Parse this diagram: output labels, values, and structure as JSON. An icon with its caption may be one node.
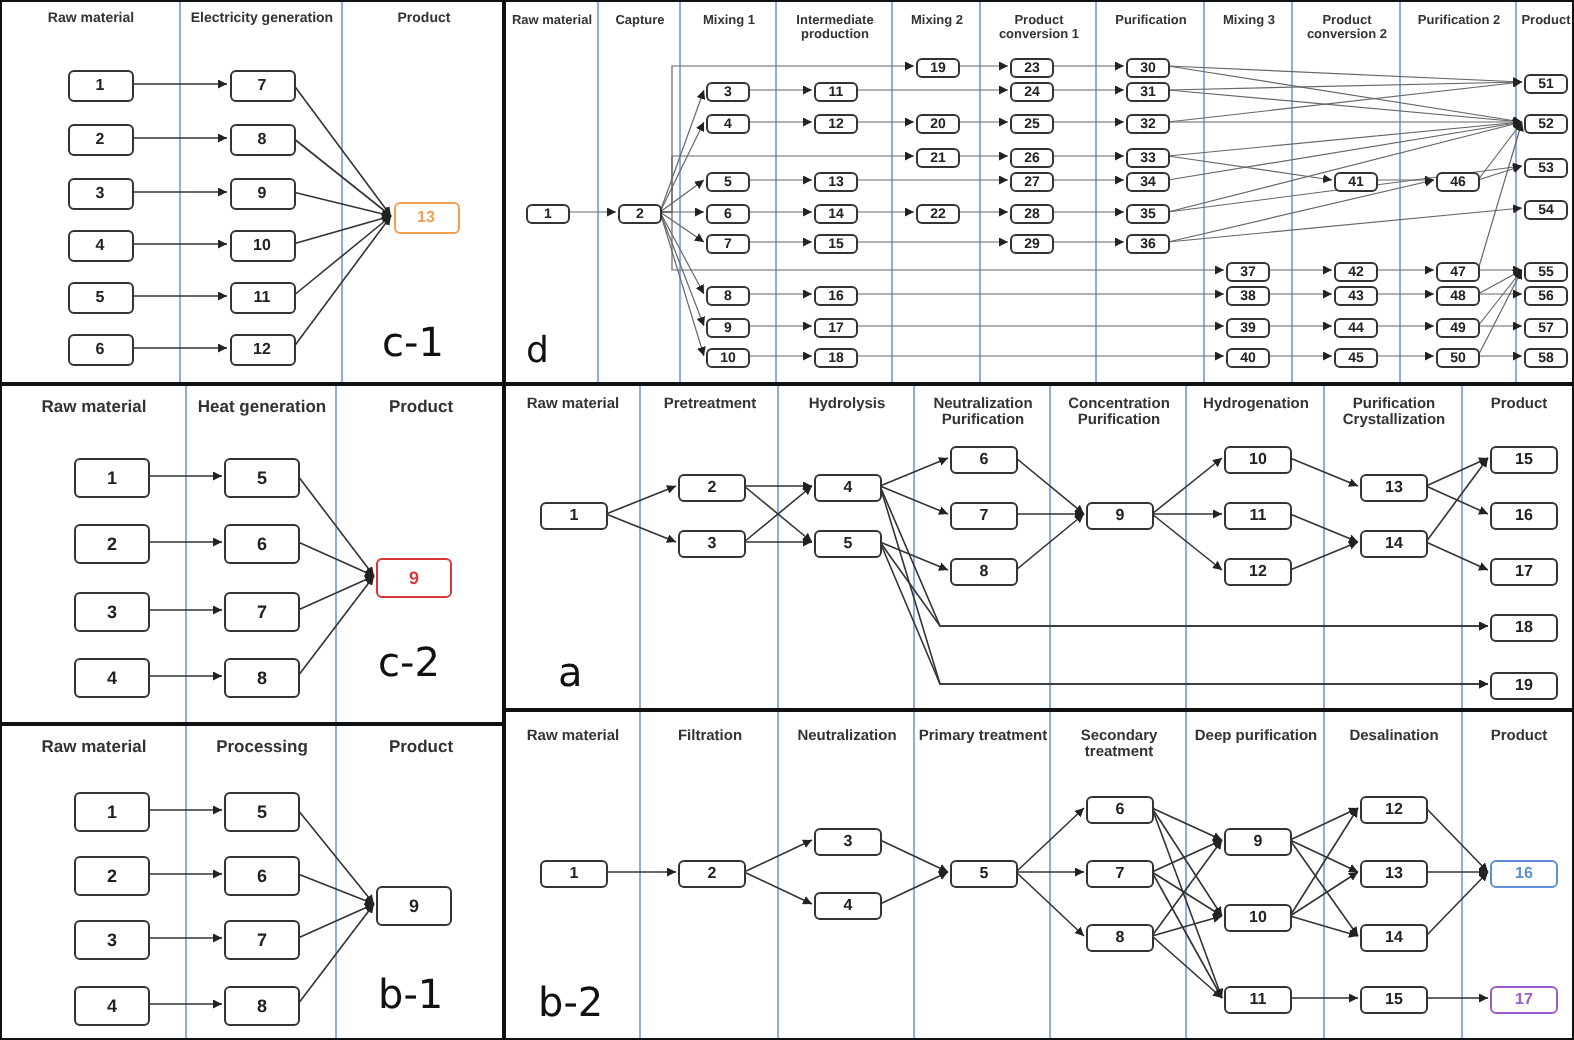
{
  "diagram": {
    "nodes": [
      {
        "text": [
          "Raw material",
          "Electricity generation",
          "Product",
          "c-1"
        ]
      },
      {
        "text": [
          "1"
        ],
        "in": 0
      },
      {
        "text": [
          "2"
        ],
        "in": 0
      },
      {
        "text": [
          "3"
        ],
        "in": 0
      },
      {
        "text": [
          "4"
        ],
        "in": 0
      },
      {
        "text": [
          "5"
        ],
        "in": 0
      },
      {
        "text": [
          "6"
        ],
        "in": 0
      },
      {
        "text": [
          "7"
        ],
        "in": 0
      },
      {
        "text": [
          "8"
        ],
        "in": 0
      },
      {
        "text": [
          "9"
        ],
        "in": 0
      },
      {
        "text": [
          "10"
        ],
        "in": 0
      },
      {
        "text": [
          "11"
        ],
        "in": 0
      },
      {
        "text": [
          "12"
        ],
        "in": 0
      },
      {
        "text": [
          "13"
        ],
        "in": 0
      },
      {
        "text": [
          "Raw material",
          "Capture",
          "Mixing 1",
          "Intermediate production",
          "Mixing 2",
          "Product conversion 1",
          "Purification",
          "Mixing 3",
          "Product conversion 2",
          "Purification 2",
          "Product",
          "d"
        ]
      },
      {
        "text": [
          "1"
        ],
        "in": 14
      },
      {
        "text": [
          "2"
        ],
        "in": 14
      },
      {
        "text": [
          "3"
        ],
        "in": 14
      },
      {
        "text": [
          "4"
        ],
        "in": 14
      },
      {
        "text": [
          "5"
        ],
        "in": 14
      },
      {
        "text": [
          "6"
        ],
        "in": 14
      },
      {
        "text": [
          "7"
        ],
        "in": 14
      },
      {
        "text": [
          "8"
        ],
        "in": 14
      },
      {
        "text": [
          "9"
        ],
        "in": 14
      },
      {
        "text": [
          "10"
        ],
        "in": 14
      },
      {
        "text": [
          "11"
        ],
        "in": 14
      },
      {
        "text": [
          "12"
        ],
        "in": 14
      },
      {
        "text": [
          "13"
        ],
        "in": 14
      },
      {
        "text": [
          "14"
        ],
        "in": 14
      },
      {
        "text": [
          "15"
        ],
        "in": 14
      },
      {
        "text": [
          "16"
        ],
        "in": 14
      },
      {
        "text": [
          "17"
        ],
        "in": 14
      },
      {
        "text": [
          "18"
        ],
        "in": 14
      },
      {
        "text": [
          "19"
        ],
        "in": 14
      },
      {
        "text": [
          "20"
        ],
        "in": 14
      },
      {
        "text": [
          "21"
        ],
        "in": 14
      },
      {
        "text": [
          "22"
        ],
        "in": 14
      },
      {
        "text": [
          "23"
        ],
        "in": 14
      },
      {
        "text": [
          "24"
        ],
        "in": 14
      },
      {
        "text": [
          "25"
        ],
        "in": 14
      },
      {
        "text": [
          "26"
        ],
        "in": 14
      },
      {
        "text": [
          "27"
        ],
        "in": 14
      },
      {
        "text": [
          "28"
        ],
        "in": 14
      },
      {
        "text": [
          "29"
        ],
        "in": 14
      },
      {
        "text": [
          "30"
        ],
        "in": 14
      },
      {
        "text": [
          "31"
        ],
        "in": 14
      },
      {
        "text": [
          "32"
        ],
        "in": 14
      },
      {
        "text": [
          "33"
        ],
        "in": 14
      },
      {
        "text": [
          "34"
        ],
        "in": 14
      },
      {
        "text": [
          "35"
        ],
        "in": 14
      },
      {
        "text": [
          "36"
        ],
        "in": 14
      },
      {
        "text": [
          "37"
        ],
        "in": 14
      },
      {
        "text": [
          "38"
        ],
        "in": 14
      },
      {
        "text": [
          "39"
        ],
        "in": 14
      },
      {
        "text": [
          "40"
        ],
        "in": 14
      },
      {
        "text": [
          "41"
        ],
        "in": 14
      },
      {
        "text": [
          "42"
        ],
        "in": 14
      },
      {
        "text": [
          "43"
        ],
        "in": 14
      },
      {
        "text": [
          "44"
        ],
        "in": 14
      },
      {
        "text": [
          "45"
        ],
        "in": 14
      },
      {
        "text": [
          "46"
        ],
        "in": 14
      },
      {
        "text": [
          "47"
        ],
        "in": 14
      },
      {
        "text": [
          "48"
        ],
        "in": 14
      },
      {
        "text": [
          "49"
        ],
        "in": 14
      },
      {
        "text": [
          "50"
        ],
        "in": 14
      },
      {
        "text": [
          "51"
        ],
        "in": 14
      },
      {
        "text": [
          "52"
        ],
        "in": 14
      },
      {
        "text": [
          "53"
        ],
        "in": 14
      },
      {
        "text": [
          "54"
        ],
        "in": 14
      },
      {
        "text": [
          "55"
        ],
        "in": 14
      },
      {
        "text": [
          "56"
        ],
        "in": 14
      },
      {
        "text": [
          "57"
        ],
        "in": 14
      },
      {
        "text": [
          "58"
        ],
        "in": 14
      },
      {
        "text": [
          "Raw material",
          "Heat generation",
          "Product",
          "c-2"
        ]
      },
      {
        "text": [
          "1"
        ],
        "in": 73
      },
      {
        "text": [
          "2"
        ],
        "in": 73
      },
      {
        "text": [
          "3"
        ],
        "in": 73
      },
      {
        "text": [
          "4"
        ],
        "in": 73
      },
      {
        "text": [
          "5"
        ],
        "in": 73
      },
      {
        "text": [
          "6"
        ],
        "in": 73
      },
      {
        "text": [
          "7"
        ],
        "in": 73
      },
      {
        "text": [
          "8"
        ],
        "in": 73
      },
      {
        "text": [
          "9"
        ],
        "in": 73
      },
      {
        "text": [
          "Raw material",
          "Pretreatment",
          "Hydrolysis",
          "Neutralization Purification",
          "Concentration Purification",
          "Hydrogenation",
          "Purification Crystallization",
          "Product",
          "a"
        ]
      },
      {
        "text": [
          "1"
        ],
        "in": 83
      },
      {
        "text": [
          "2"
        ],
        "in": 83
      },
      {
        "text": [
          "3"
        ],
        "in": 83
      },
      {
        "text": [
          "4"
        ],
        "in": 83
      },
      {
        "text": [
          "5"
        ],
        "in": 83
      },
      {
        "text": [
          "6"
        ],
        "in": 83
      },
      {
        "text": [
          "7"
        ],
        "in": 83
      },
      {
        "text": [
          "8"
        ],
        "in": 83
      },
      {
        "text": [
          "9"
        ],
        "in": 83
      },
      {
        "text": [
          "10"
        ],
        "in": 83
      },
      {
        "text": [
          "11"
        ],
        "in": 83
      },
      {
        "text": [
          "12"
        ],
        "in": 83
      },
      {
        "text": [
          "13"
        ],
        "in": 83
      },
      {
        "text": [
          "14"
        ],
        "in": 83
      },
      {
        "text": [
          "15"
        ],
        "in": 83
      },
      {
        "text": [
          "16"
        ],
        "in": 83
      },
      {
        "text": [
          "17"
        ],
        "in": 83
      },
      {
        "text": [
          "18"
        ],
        "in": 83
      },
      {
        "text": [
          "19"
        ],
        "in": 83
      },
      {
        "text": [
          "Raw material",
          "Processing",
          "Product",
          "b-1"
        ]
      },
      {
        "text": [
          "1"
        ],
        "in": 103
      },
      {
        "text": [
          "2"
        ],
        "in": 103
      },
      {
        "text": [
          "3"
        ],
        "in": 103
      },
      {
        "text": [
          "4"
        ],
        "in": 103
      },
      {
        "text": [
          "5"
        ],
        "in": 103
      },
      {
        "text": [
          "6"
        ],
        "in": 103
      },
      {
        "text": [
          "7"
        ],
        "in": 103
      },
      {
        "text": [
          "8"
        ],
        "in": 103
      },
      {
        "text": [
          "9"
        ],
        "in": 103
      },
      {
        "text": [
          "Raw material",
          "Filtration",
          "Neutralization",
          "Primary treatment",
          "Secondary treatment",
          "Deep purification",
          "Desalination",
          "Product",
          "b-2"
        ]
      },
      {
        "text": [
          "1"
        ],
        "in": 113
      },
      {
        "text": [
          "2"
        ],
        "in": 113
      },
      {
        "text": [
          "3"
        ],
        "in": 113
      },
      {
        "text": [
          "4"
        ],
        "in": 113
      },
      {
        "text": [
          "5"
        ],
        "in": 113
      },
      {
        "text": [
          "6"
        ],
        "in": 113
      },
      {
        "text": [
          "7"
        ],
        "in": 113
      },
      {
        "text": [
          "8"
        ],
        "in": 113
      },
      {
        "text": [
          "9"
        ],
        "in": 113
      },
      {
        "text": [
          "10"
        ],
        "in": 113
      },
      {
        "text": [
          "11"
        ],
        "in": 113
      },
      {
        "text": [
          "12"
        ],
        "in": 113
      },
      {
        "text": [
          "13"
        ],
        "in": 113
      },
      {
        "text": [
          "14"
        ],
        "in": 113
      },
      {
        "text": [
          "15"
        ],
        "in": 113
      },
      {
        "text": [
          "16"
        ],
        "in": 113
      },
      {
        "text": [
          "17"
        ],
        "in": 113
      }
    ],
    "edges": [
      {
        "from": 1,
        "to": 7,
        "arrow": "to"
      },
      {
        "from": 2,
        "to": 8,
        "arrow": "to"
      },
      {
        "from": 3,
        "to": 9,
        "arrow": "to"
      },
      {
        "from": 4,
        "to": 10,
        "arrow": "to"
      },
      {
        "from": 5,
        "to": 11,
        "arrow": "to"
      },
      {
        "from": 6,
        "to": 12,
        "arrow": "to"
      },
      {
        "from": 7,
        "to": 13,
        "arrow": "to"
      },
      {
        "from": 8,
        "to": 13,
        "arrow": "to"
      },
      {
        "from": 9,
        "to": 13,
        "arrow": "to"
      },
      {
        "from": 10,
        "to": 13,
        "arrow": "to"
      },
      {
        "from": 11,
        "to": 13,
        "arrow": "to"
      },
      {
        "from": 12,
        "to": 13,
        "arrow": "to"
      },
      {
        "from": 15,
        "to": 16,
        "arrow": "to"
      },
      {
        "from": 16,
        "to": 17,
        "arrow": "to"
      },
      {
        "from": 16,
        "to": 18,
        "arrow": "to"
      },
      {
        "from": 16,
        "to": 19,
        "arrow": "to"
      },
      {
        "from": 16,
        "to": 20,
        "arrow": "to"
      },
      {
        "from": 16,
        "to": 21,
        "arrow": "to"
      },
      {
        "from": 16,
        "to": 22,
        "arrow": "to"
      },
      {
        "from": 16,
        "to": 23,
        "arrow": "to"
      },
      {
        "from": 16,
        "to": 24,
        "arrow": "to"
      },
      {
        "from": 16,
        "to": 33,
        "arrow": "to"
      },
      {
        "from": 16,
        "to": 35,
        "arrow": "to"
      },
      {
        "from": 16,
        "to": 51,
        "arrow": "to"
      },
      {
        "from": 17,
        "to": 25,
        "arrow": "to"
      },
      {
        "from": 18,
        "to": 26,
        "arrow": "to"
      },
      {
        "from": 19,
        "to": 27,
        "arrow": "to"
      },
      {
        "from": 20,
        "to": 28,
        "arrow": "to"
      },
      {
        "from": 21,
        "to": 29,
        "arrow": "to"
      },
      {
        "from": 22,
        "to": 30,
        "arrow": "to"
      },
      {
        "from": 23,
        "to": 31,
        "arrow": "to"
      },
      {
        "from": 24,
        "to": 32,
        "arrow": "to"
      },
      {
        "from": 25,
        "to": 38,
        "arrow": "to"
      },
      {
        "from": 26,
        "to": 34,
        "arrow": "to"
      },
      {
        "from": 34,
        "to": 39,
        "arrow": "to"
      },
      {
        "from": 27,
        "to": 41,
        "arrow": "to"
      },
      {
        "from": 28,
        "to": 36,
        "arrow": "to"
      },
      {
        "from": 36,
        "to": 42,
        "arrow": "to"
      },
      {
        "from": 29,
        "to": 43,
        "arrow": "to"
      },
      {
        "from": 30,
        "to": 52,
        "arrow": "to"
      },
      {
        "from": 31,
        "to": 53,
        "arrow": "to"
      },
      {
        "from": 32,
        "to": 54,
        "arrow": "to"
      },
      {
        "from": 33,
        "to": 37,
        "arrow": "to"
      },
      {
        "from": 35,
        "to": 40,
        "arrow": "to"
      },
      {
        "from": 37,
        "to": 44,
        "arrow": "to"
      },
      {
        "from": 38,
        "to": 45,
        "arrow": "to"
      },
      {
        "from": 39,
        "to": 46,
        "arrow": "to"
      },
      {
        "from": 40,
        "to": 47,
        "arrow": "to"
      },
      {
        "from": 41,
        "to": 48,
        "arrow": "to"
      },
      {
        "from": 42,
        "to": 49,
        "arrow": "to"
      },
      {
        "from": 43,
        "to": 50,
        "arrow": "to"
      },
      {
        "from": 51,
        "to": 56,
        "arrow": "to"
      },
      {
        "from": 52,
        "to": 57,
        "arrow": "to"
      },
      {
        "from": 53,
        "to": 58,
        "arrow": "to"
      },
      {
        "from": 54,
        "to": 59,
        "arrow": "to"
      },
      {
        "from": 55,
        "to": 60,
        "arrow": "to"
      },
      {
        "from": 56,
        "to": 61,
        "arrow": "to"
      },
      {
        "from": 57,
        "to": 62,
        "arrow": "to"
      },
      {
        "from": 58,
        "to": 63,
        "arrow": "to"
      },
      {
        "from": 59,
        "to": 64,
        "arrow": "to"
      },
      {
        "from": 44,
        "to": 65,
        "arrow": "to"
      },
      {
        "from": 44,
        "to": 66,
        "arrow": "to"
      },
      {
        "from": 45,
        "to": 65,
        "arrow": "to"
      },
      {
        "from": 45,
        "to": 66,
        "arrow": "to"
      },
      {
        "from": 46,
        "to": 65,
        "arrow": "to"
      },
      {
        "from": 46,
        "to": 66,
        "arrow": "to"
      },
      {
        "from": 47,
        "to": 55,
        "arrow": "to"
      },
      {
        "from": 47,
        "to": 66,
        "arrow": "to"
      },
      {
        "from": 48,
        "to": 66,
        "arrow": "to"
      },
      {
        "from": 49,
        "to": 66,
        "arrow": "to"
      },
      {
        "from": 49,
        "to": 67,
        "arrow": "to"
      },
      {
        "from": 50,
        "to": 60,
        "arrow": "to"
      },
      {
        "from": 50,
        "to": 68,
        "arrow": "to"
      },
      {
        "from": 60,
        "to": 66,
        "arrow": "to"
      },
      {
        "from": 60,
        "to": 67,
        "arrow": "to"
      },
      {
        "from": 61,
        "to": 66,
        "arrow": "to"
      },
      {
        "from": 61,
        "to": 69,
        "arrow": "to"
      },
      {
        "from": 62,
        "to": 69,
        "arrow": "to"
      },
      {
        "from": 62,
        "to": 70,
        "arrow": "to"
      },
      {
        "from": 63,
        "to": 69,
        "arrow": "to"
      },
      {
        "from": 63,
        "to": 71,
        "arrow": "to"
      },
      {
        "from": 64,
        "to": 69,
        "arrow": "to"
      },
      {
        "from": 64,
        "to": 72,
        "arrow": "to"
      },
      {
        "from": 74,
        "to": 78,
        "arrow": "to"
      },
      {
        "from": 75,
        "to": 79,
        "arrow": "to"
      },
      {
        "from": 76,
        "to": 80,
        "arrow": "to"
      },
      {
        "from": 77,
        "to": 81,
        "arrow": "to"
      },
      {
        "from": 78,
        "to": 82,
        "arrow": "to"
      },
      {
        "from": 79,
        "to": 82,
        "arrow": "to"
      },
      {
        "from": 80,
        "to": 82,
        "arrow": "to"
      },
      {
        "from": 81,
        "to": 82,
        "arrow": "to"
      },
      {
        "from": 84,
        "to": 85,
        "arrow": "to"
      },
      {
        "from": 84,
        "to": 86,
        "arrow": "to"
      },
      {
        "from": 85,
        "to": 87,
        "arrow": "to"
      },
      {
        "from": 85,
        "to": 88,
        "arrow": "to"
      },
      {
        "from": 86,
        "to": 87,
        "arrow": "to"
      },
      {
        "from": 86,
        "to": 88,
        "arrow": "to"
      },
      {
        "from": 87,
        "to": 89,
        "arrow": "to"
      },
      {
        "from": 87,
        "to": 90,
        "arrow": "to"
      },
      {
        "from": 87,
        "to": 101,
        "arrow": "to"
      },
      {
        "from": 87,
        "to": 102,
        "arrow": "to"
      },
      {
        "from": 88,
        "to": 91,
        "arrow": "to"
      },
      {
        "from": 88,
        "to": 101,
        "arrow": "to"
      },
      {
        "from": 88,
        "to": 102,
        "arrow": "to"
      },
      {
        "from": 89,
        "to": 92,
        "arrow": "to"
      },
      {
        "from": 90,
        "to": 92,
        "arrow": "to"
      },
      {
        "from": 91,
        "to": 92,
        "arrow": "to"
      },
      {
        "from": 92,
        "to": 93,
        "arrow": "to"
      },
      {
        "from": 92,
        "to": 94,
        "arrow": "to"
      },
      {
        "from": 92,
        "to": 95,
        "arrow": "to"
      },
      {
        "from": 93,
        "to": 96,
        "arrow": "to"
      },
      {
        "from": 94,
        "to": 97,
        "arrow": "to"
      },
      {
        "from": 95,
        "to": 97,
        "arrow": "to"
      },
      {
        "from": 96,
        "to": 98,
        "arrow": "to"
      },
      {
        "from": 96,
        "to": 99,
        "arrow": "to"
      },
      {
        "from": 97,
        "to": 98,
        "arrow": "to"
      },
      {
        "from": 97,
        "to": 100,
        "arrow": "to"
      },
      {
        "from": 104,
        "to": 108,
        "arrow": "to"
      },
      {
        "from": 105,
        "to": 109,
        "arrow": "to"
      },
      {
        "from": 106,
        "to": 110,
        "arrow": "to"
      },
      {
        "from": 107,
        "to": 111,
        "arrow": "to"
      },
      {
        "from": 108,
        "to": 112,
        "arrow": "to"
      },
      {
        "from": 109,
        "to": 112,
        "arrow": "to"
      },
      {
        "from": 110,
        "to": 112,
        "arrow": "to"
      },
      {
        "from": 111,
        "to": 112,
        "arrow": "to"
      },
      {
        "from": 114,
        "to": 115,
        "arrow": "to"
      },
      {
        "from": 115,
        "to": 116,
        "arrow": "to"
      },
      {
        "from": 115,
        "to": 117,
        "arrow": "to"
      },
      {
        "from": 116,
        "to": 118,
        "arrow": "to"
      },
      {
        "from": 117,
        "to": 118,
        "arrow": "to"
      },
      {
        "from": 118,
        "to": 119,
        "arrow": "to"
      },
      {
        "from": 118,
        "to": 120,
        "arrow": "to"
      },
      {
        "from": 118,
        "to": 121,
        "arrow": "to"
      },
      {
        "from": 119,
        "to": 122,
        "arrow": "to"
      },
      {
        "from": 119,
        "to": 123,
        "arrow": "to"
      },
      {
        "from": 119,
        "to": 124,
        "arrow": "to"
      },
      {
        "from": 120,
        "to": 122,
        "arrow": "to"
      },
      {
        "from": 120,
        "to": 123,
        "arrow": "to"
      },
      {
        "from": 120,
        "to": 124,
        "arrow": "to"
      },
      {
        "from": 121,
        "to": 122,
        "arrow": "to"
      },
      {
        "from": 121,
        "to": 123,
        "arrow": "to"
      },
      {
        "from": 121,
        "to": 124,
        "arrow": "to"
      },
      {
        "from": 122,
        "to": 125,
        "arrow": "to"
      },
      {
        "from": 122,
        "to": 126,
        "arrow": "to"
      },
      {
        "from": 122,
        "to": 127,
        "arrow": "to"
      },
      {
        "from": 123,
        "to": 125,
        "arrow": "to"
      },
      {
        "from": 123,
        "to": 126,
        "arrow": "to"
      },
      {
        "from": 123,
        "to": 127,
        "arrow": "to"
      },
      {
        "from": 124,
        "to": 128,
        "arrow": "to"
      },
      {
        "from": 125,
        "to": 129,
        "arrow": "to"
      },
      {
        "from": 126,
        "to": 129,
        "arrow": "to"
      },
      {
        "from": 127,
        "to": 129,
        "arrow": "to"
      },
      {
        "from": 128,
        "to": 130,
        "arrow": "to"
      }
    ]
  }
}
